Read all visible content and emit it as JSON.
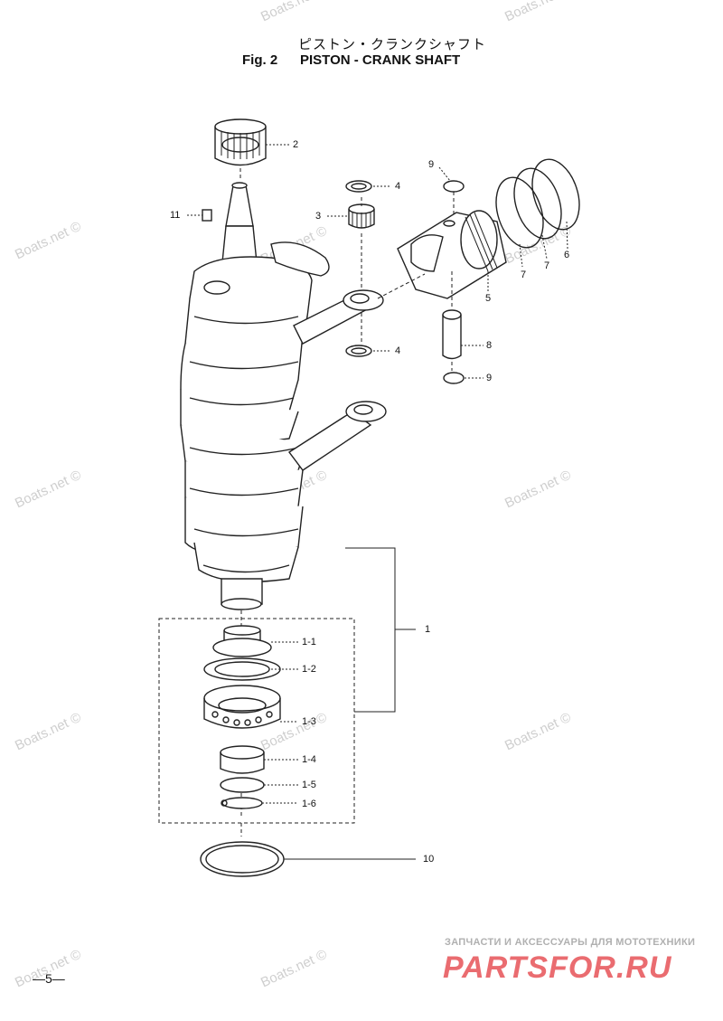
{
  "header": {
    "title_jp": "ピストン・クランクシャフト",
    "fig_label": "Fig. 2",
    "title_en": "PISTON - CRANK SHAFT"
  },
  "callouts": [
    "1",
    "1-1",
    "1-2",
    "1-3",
    "1-4",
    "1-5",
    "1-6",
    "2",
    "3",
    "4",
    "4",
    "5",
    "6",
    "7",
    "7",
    "8",
    "9",
    "9",
    "10",
    "11"
  ],
  "watermark_text": "Boats.net ©",
  "page_number": "—5—",
  "footer": {
    "tagline": "ЗАПЧАСТИ И АКСЕССУАРЫ ДЛЯ МОТОТЕХНИКИ",
    "brand": "PARTSFOR.RU",
    "brand_color": "#ea6c70"
  }
}
